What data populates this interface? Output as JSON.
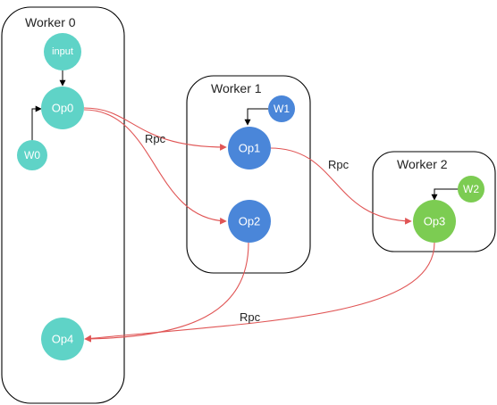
{
  "colors": {
    "teal": "#5fd3c7",
    "blue": "#4a86d9",
    "green": "#7ccc52",
    "rpc_edge": "#e05555",
    "edge": "#000000"
  },
  "workers": [
    {
      "id": "worker0",
      "label": "Worker 0"
    },
    {
      "id": "worker1",
      "label": "Worker 1"
    },
    {
      "id": "worker2",
      "label": "Worker 2"
    }
  ],
  "nodes": [
    {
      "id": "input",
      "label": "input",
      "color": "#5fd3c7"
    },
    {
      "id": "op0",
      "label": "Op0",
      "color": "#5fd3c7"
    },
    {
      "id": "w0",
      "label": "W0",
      "color": "#5fd3c7"
    },
    {
      "id": "op4",
      "label": "Op4",
      "color": "#5fd3c7"
    },
    {
      "id": "w1",
      "label": "W1",
      "color": "#4a86d9"
    },
    {
      "id": "op1",
      "label": "Op1",
      "color": "#4a86d9"
    },
    {
      "id": "op2",
      "label": "Op2",
      "color": "#4a86d9"
    },
    {
      "id": "w2",
      "label": "W2",
      "color": "#7ccc52"
    },
    {
      "id": "op3",
      "label": "Op3",
      "color": "#7ccc52"
    }
  ],
  "edges": [
    {
      "from": "input",
      "to": "op0",
      "type": "local"
    },
    {
      "from": "w0",
      "to": "op0",
      "type": "local"
    },
    {
      "from": "w1",
      "to": "op1",
      "type": "local"
    },
    {
      "from": "w2",
      "to": "op3",
      "type": "local"
    },
    {
      "from": "op0",
      "to": "op1",
      "type": "rpc"
    },
    {
      "from": "op0",
      "to": "op2",
      "type": "rpc"
    },
    {
      "from": "op1",
      "to": "op3",
      "type": "rpc"
    },
    {
      "from": "op2",
      "to": "op4",
      "type": "rpc"
    },
    {
      "from": "op3",
      "to": "op4",
      "type": "rpc"
    }
  ],
  "edge_labels": {
    "rpc_a": "Rpc",
    "rpc_b": "Rpc",
    "rpc_c": "Rpc"
  }
}
